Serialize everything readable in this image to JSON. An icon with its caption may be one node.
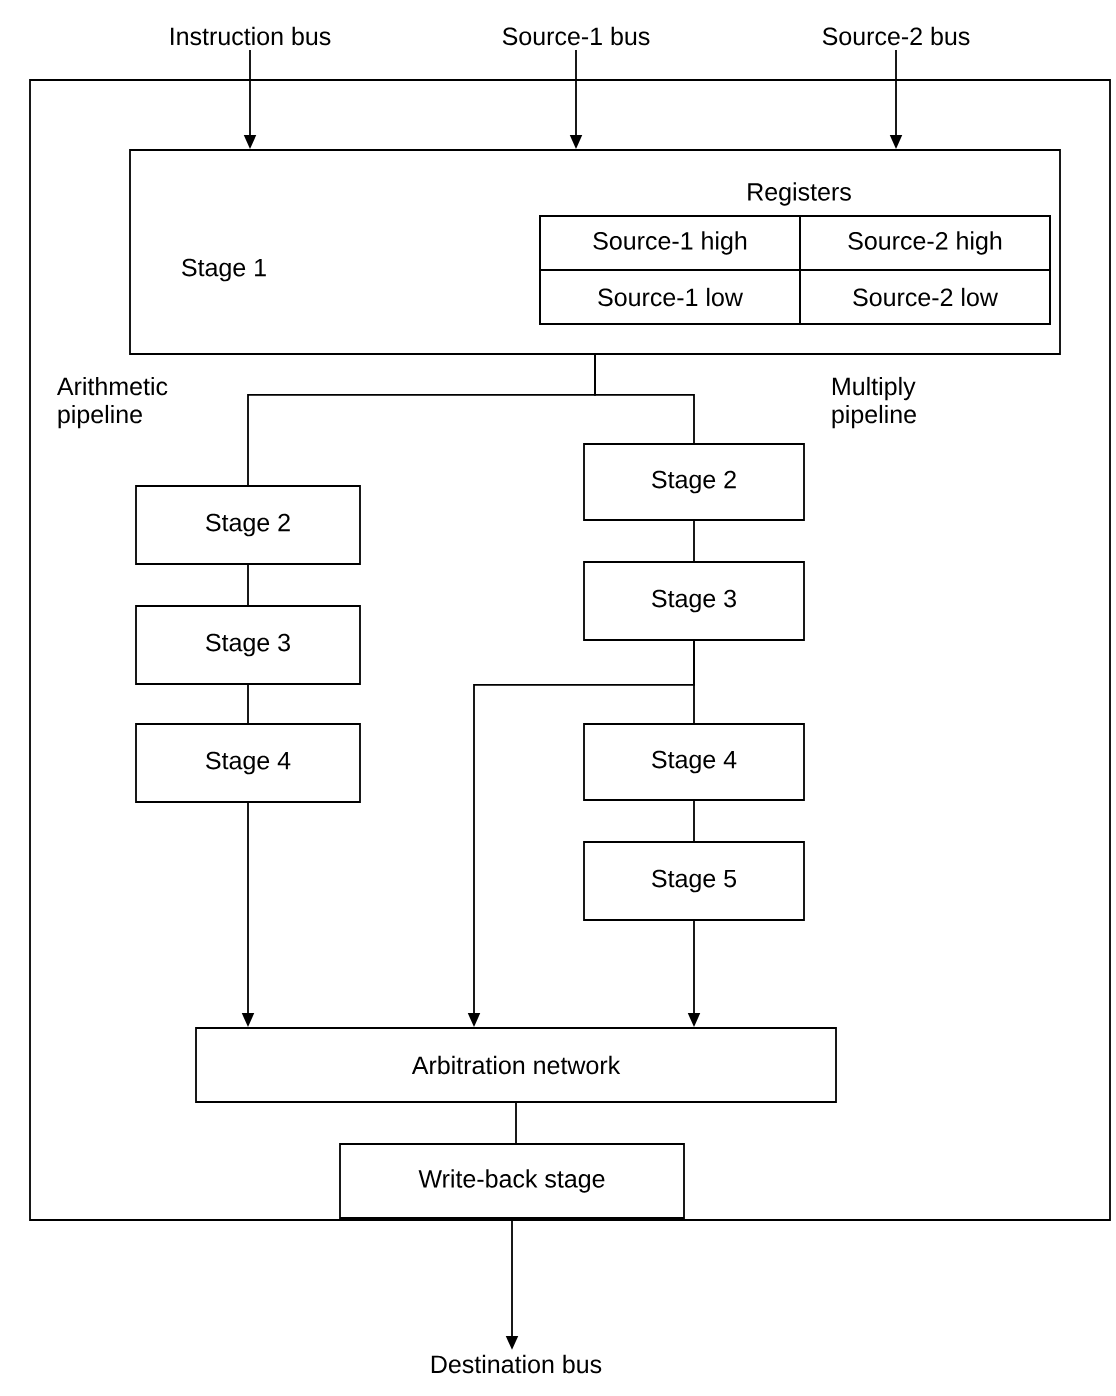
{
  "diagram": {
    "nodes": [
      {
        "text": [
          "Instruction bus"
        ]
      },
      {
        "text": [
          "Source-1 bus"
        ]
      },
      {
        "text": [
          "Source-2 bus"
        ]
      },
      {
        "text": [
          "Stage 1"
        ]
      },
      {
        "text": [
          "Registers"
        ],
        "in": 3
      },
      {
        "text": [
          "Source-1 high"
        ],
        "in": 4
      },
      {
        "text": [
          "Source-2 high"
        ],
        "in": 4
      },
      {
        "text": [
          "Source-1 low"
        ],
        "in": 4
      },
      {
        "text": [
          "Source-2 low"
        ],
        "in": 4
      },
      {
        "text": [
          "Stage 2"
        ]
      },
      {
        "text": [
          "Stage 3"
        ]
      },
      {
        "text": [
          "Stage 4"
        ]
      },
      {
        "text": [
          "Stage 2"
        ]
      },
      {
        "text": [
          "Stage 3"
        ]
      },
      {
        "text": [
          "Stage 4"
        ]
      },
      {
        "text": [
          "Stage 5"
        ]
      },
      {
        "text": [
          "Arbitration network"
        ]
      },
      {
        "text": [
          "Write-back stage"
        ]
      },
      {
        "text": [
          "Destination bus"
        ]
      }
    ],
    "edges": [
      {
        "from": 0,
        "to": 3,
        "arrow": "to"
      },
      {
        "from": 1,
        "to": 3,
        "arrow": "to"
      },
      {
        "from": 2,
        "to": 3,
        "arrow": "to"
      },
      {
        "from": 3,
        "to": 9,
        "arrow": "none"
      },
      {
        "from": 3,
        "to": 12,
        "arrow": "none"
      },
      {
        "from": 9,
        "to": 10,
        "arrow": "none"
      },
      {
        "from": 10,
        "to": 11,
        "arrow": "none"
      },
      {
        "from": 11,
        "to": 16,
        "arrow": "to"
      },
      {
        "from": 12,
        "to": 13,
        "arrow": "none"
      },
      {
        "from": 13,
        "to": 14,
        "arrow": "none"
      },
      {
        "from": 13,
        "to": 16,
        "arrow": "to"
      },
      {
        "from": 14,
        "to": 15,
        "arrow": "none"
      },
      {
        "from": 15,
        "to": 16,
        "arrow": "to"
      },
      {
        "from": 16,
        "to": 17,
        "arrow": "none"
      },
      {
        "from": 17,
        "to": 18,
        "arrow": "to"
      }
    ],
    "labels": [
      "Arithmetic pipeline",
      "Multiply pipeline"
    ]
  }
}
